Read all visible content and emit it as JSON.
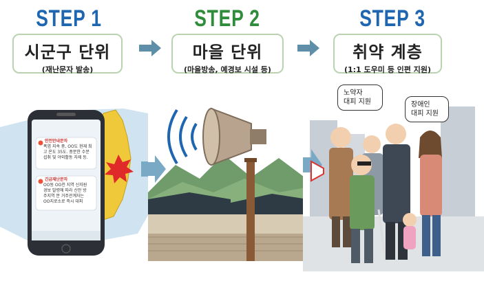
{
  "steps": [
    {
      "title": "STEP 1",
      "main": "시군구 단위",
      "sub": "(재난문자 발송)",
      "color": "#1f66b0"
    },
    {
      "title": "STEP 2",
      "main": "마을 단위",
      "sub": "(마을방송, 예경보 시설 등)",
      "color": "#2f8c3a"
    },
    {
      "title": "STEP 3",
      "main": "취약 계층",
      "sub": "(1:1 도우미 등 인편 지원)",
      "color": "#1f66b0"
    }
  ],
  "bubbles": {
    "elderly": [
      "노약자",
      "대피 지원"
    ],
    "disabled": [
      "장애인",
      "대피 지원"
    ]
  },
  "phone": {
    "msg1_title": "안전안내문자",
    "msg1_body": [
      "폭염 지속 중, OO도 현재 최",
      "고 온도 35도. 중분한 수분",
      "섭취 및 야외활동 자제 등."
    ],
    "msg2_title": "긴급재난문자",
    "msg2_body": [
      "OO동 OO천 지역 신자원",
      "경보 발령에 따라 신안 방",
      "주지역 분 거주관계자는",
      "OO지로소로 즉시 대피"
    ]
  },
  "colors": {
    "arrow": "#5f8fa8",
    "box_border": "#b9d3b0"
  }
}
